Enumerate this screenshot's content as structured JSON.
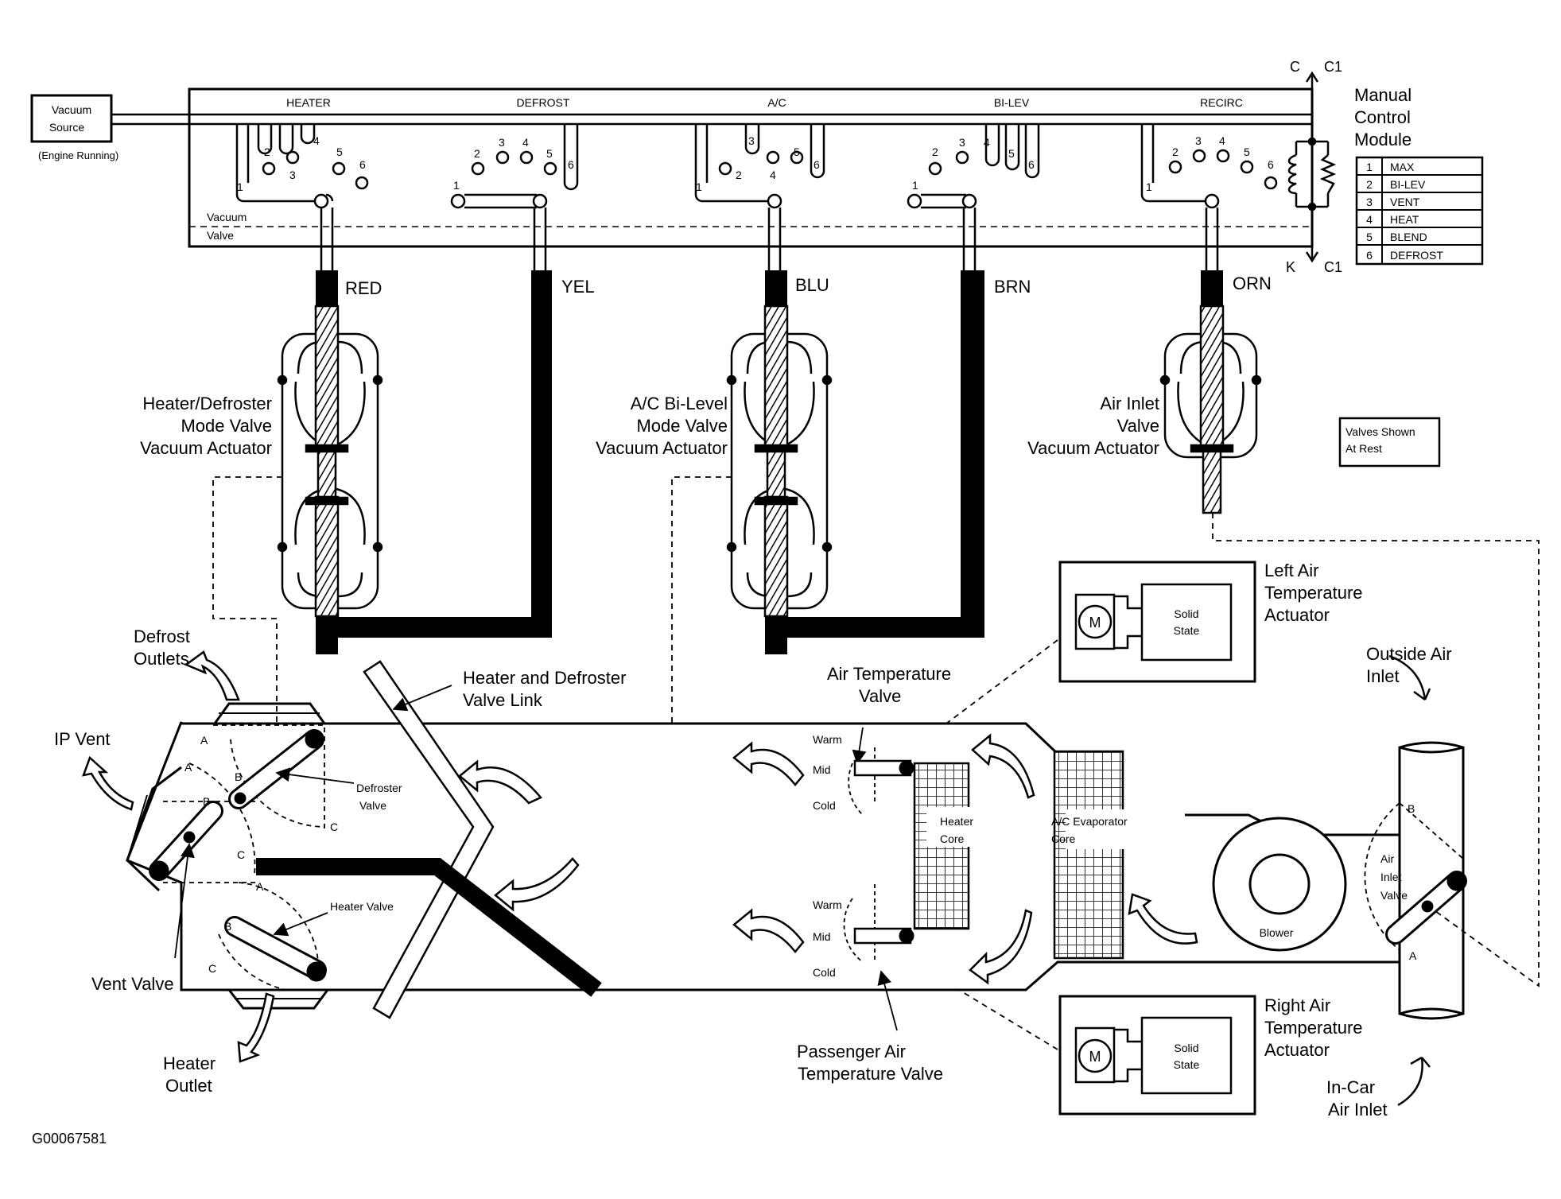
{
  "vacuum_source": {
    "line1": "Vacuum",
    "line2": "Source",
    "note": "(Engine Running)"
  },
  "module": {
    "title_line1": "Manual",
    "title_line2": "Control",
    "title_line3": "Module",
    "connector_top_c": "C",
    "connector_top_c1": "C1",
    "connector_bottom_k": "K",
    "connector_bottom_c1": "C1",
    "sections": [
      "HEATER",
      "DEFROST",
      "A/C",
      "BI-LEV",
      "RECIRC"
    ],
    "port_numbers": [
      "1",
      "2",
      "3",
      "4",
      "5",
      "6"
    ],
    "vacuum_valve_line1": "Vacuum",
    "vacuum_valve_line2": "Valve"
  },
  "positions_table": [
    {
      "num": "1",
      "label": "MAX"
    },
    {
      "num": "2",
      "label": "BI-LEV"
    },
    {
      "num": "3",
      "label": "VENT"
    },
    {
      "num": "4",
      "label": "HEAT"
    },
    {
      "num": "5",
      "label": "BLEND"
    },
    {
      "num": "6",
      "label": "DEFROST"
    }
  ],
  "hoses": [
    "RED",
    "YEL",
    "BLU",
    "BRN",
    "ORN"
  ],
  "actuators": {
    "heater_defroster": [
      "Heater/Defroster",
      "Mode Valve",
      "Vacuum Actuator"
    ],
    "ac_bilevel": [
      "A/C Bi-Level",
      "Mode Valve",
      "Vacuum Actuator"
    ],
    "air_inlet": [
      "Air Inlet",
      "Valve",
      "Vacuum Actuator"
    ]
  },
  "note_box": [
    "Valves Shown",
    "At Rest"
  ],
  "left_temp_actuator": {
    "title": [
      "Left Air",
      "Temperature",
      "Actuator"
    ],
    "motor": "M",
    "box": [
      "Solid",
      "State"
    ]
  },
  "right_temp_actuator": {
    "title": [
      "Right Air",
      "Temperature",
      "Actuator"
    ],
    "motor": "M",
    "box": [
      "Solid",
      "State"
    ]
  },
  "labels": {
    "defrost_outlets": [
      "Defrost",
      "Outlets"
    ],
    "ip_vent": "IP Vent",
    "heater_defroster_link": [
      "Heater and Defroster",
      "Valve Link"
    ],
    "defroster_valve": [
      "Defroster",
      "Valve"
    ],
    "heater_valve": "Heater Valve",
    "vent_valve": "Vent Valve",
    "heater_outlet": [
      "Heater",
      "Outlet"
    ],
    "air_temp_valve": [
      "Air Temperature",
      "Valve"
    ],
    "passenger_air_temp_valve": [
      "Passenger Air",
      "Temperature Valve"
    ],
    "heater_core": [
      "Heater",
      "Core"
    ],
    "ac_evaporator_core": [
      "A/C Evaporator",
      "Core"
    ],
    "blower": "Blower",
    "air_inlet_valve": [
      "Air",
      "Inlet",
      "Valve"
    ],
    "outside_air_inlet": [
      "Outside Air",
      "Inlet"
    ],
    "in_car_air_inlet": [
      "In-Car",
      "Air Inlet"
    ],
    "warm": "Warm",
    "mid": "Mid",
    "cold": "Cold",
    "letter_a": "A",
    "letter_b": "B",
    "letter_c": "C"
  },
  "figure_id": "G00067581"
}
